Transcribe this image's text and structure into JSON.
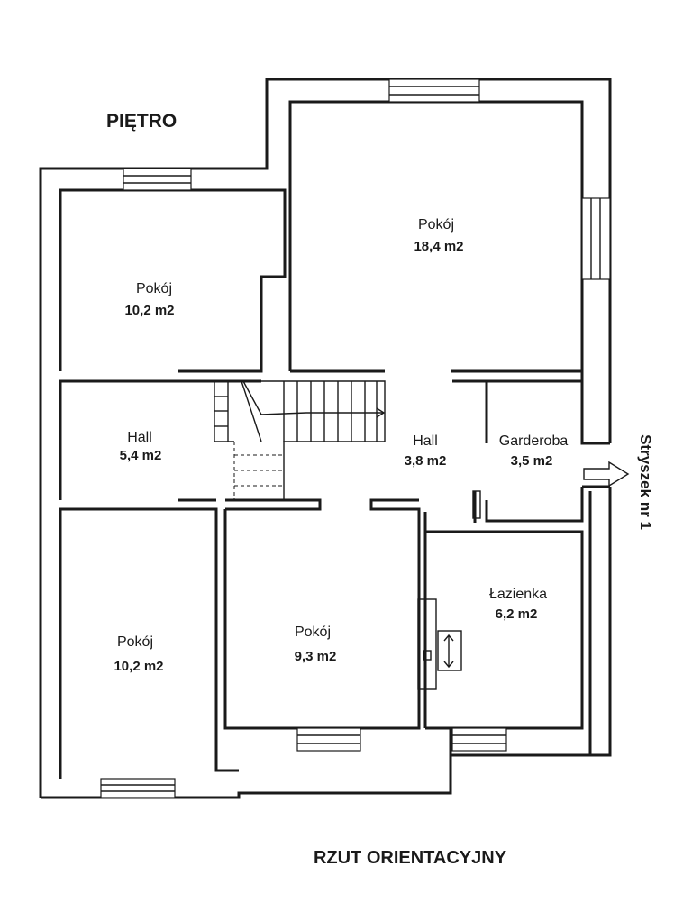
{
  "title": "PIĘTRO",
  "footer": "RZUT ORIENTACYJNY",
  "footer_color": "#d11a1a",
  "annex_label": "Stryszek nr 1",
  "rooms": [
    {
      "name": "Pokój",
      "area": "18,4 m2"
    },
    {
      "name": "Pokój",
      "area": "10,2 m2"
    },
    {
      "name": "Hall",
      "area": "5,4 m2"
    },
    {
      "name": "Hall",
      "area": "3,8 m2"
    },
    {
      "name": "Garderoba",
      "area": "3,5 m2"
    },
    {
      "name": "Łazienka",
      "area": "6,2 m2"
    },
    {
      "name": "Pokój",
      "area": "9,3 m2"
    },
    {
      "name": "Pokój",
      "area": "10,2 m2"
    }
  ]
}
